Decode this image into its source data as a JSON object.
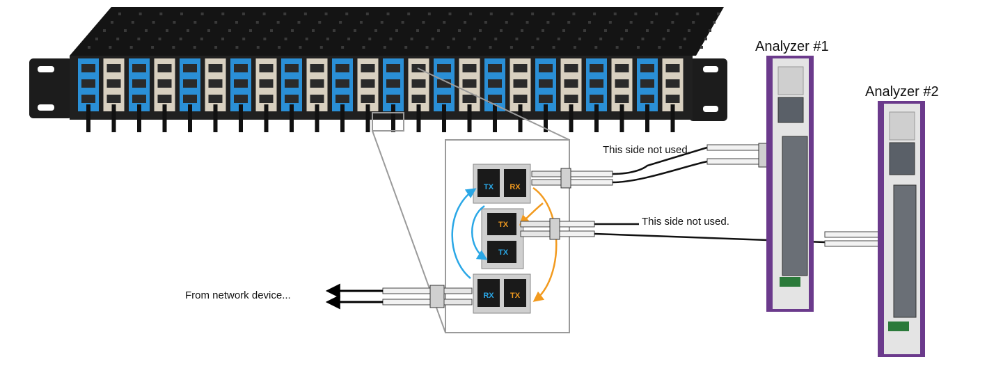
{
  "labels": {
    "analyzer_1": "Analyzer #1",
    "analyzer_2": "Analyzer #2",
    "not_used_top": "This side not used.",
    "not_used_mid": "This side not used.",
    "from_network": "From network device..."
  },
  "ports": {
    "top_tx": "TX",
    "top_rx": "RX",
    "mid_tx": "TX",
    "mid_tx2": "TX",
    "bot_rx": "RX",
    "bot_tx": "TX"
  },
  "colors": {
    "chassis": "#1a1a1a",
    "port_blue": "#2a8fd6",
    "port_beige": "#d8d0c0",
    "arrow_blue": "#2aa7e6",
    "arrow_orange": "#f29a1e",
    "analyzer_purple": "#6b3a8c"
  },
  "icons": [
    "fiber-connector-icon",
    "arrow-left-icon"
  ]
}
